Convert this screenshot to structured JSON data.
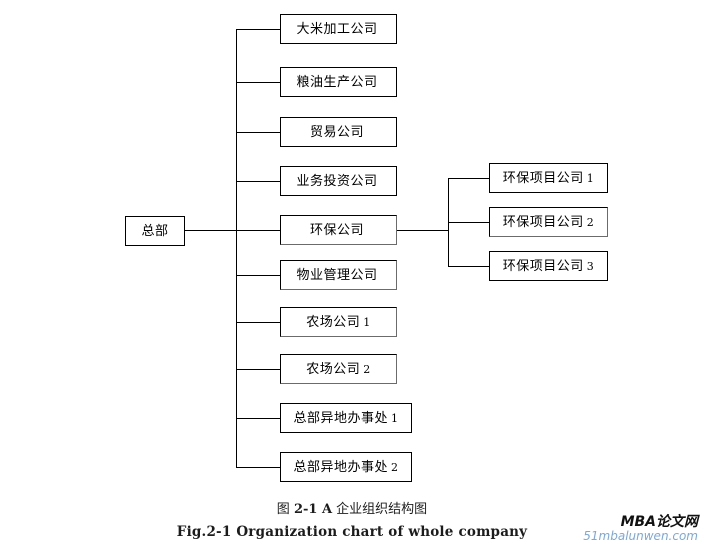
{
  "figure": {
    "root": {
      "label": "总部"
    },
    "branches": [
      {
        "label": "大米加工公司",
        "index": ""
      },
      {
        "label": "粮油生产公司",
        "index": ""
      },
      {
        "label": "贸易公司",
        "index": ""
      },
      {
        "label": "业务投资公司",
        "index": ""
      },
      {
        "label": "环保公司",
        "index": ""
      },
      {
        "label": "物业管理公司",
        "index": ""
      },
      {
        "label": "农场公司",
        "index": "1"
      },
      {
        "label": "农场公司",
        "index": "2"
      },
      {
        "label": "总部异地办事处",
        "index": "1"
      },
      {
        "label": "总部异地办事处",
        "index": "2"
      }
    ],
    "sub_branches": [
      {
        "label": "环保项目公司",
        "index": "1"
      },
      {
        "label": "环保项目公司",
        "index": "2"
      },
      {
        "label": "环保项目公司",
        "index": "3"
      }
    ]
  },
  "caption": {
    "cn_prefix": "图 ",
    "cn_number": "2-1 A",
    "cn_suffix": " 企业组织结构图",
    "en": "Fig.2-1 Organization chart of whole company"
  },
  "watermark": {
    "main": "MBA论文网",
    "sub": "51mbalunwen.com"
  },
  "colors": {
    "line": "#000000",
    "box_border": "#000000",
    "background": "#ffffff",
    "watermark_link": "#7fa8d6"
  }
}
